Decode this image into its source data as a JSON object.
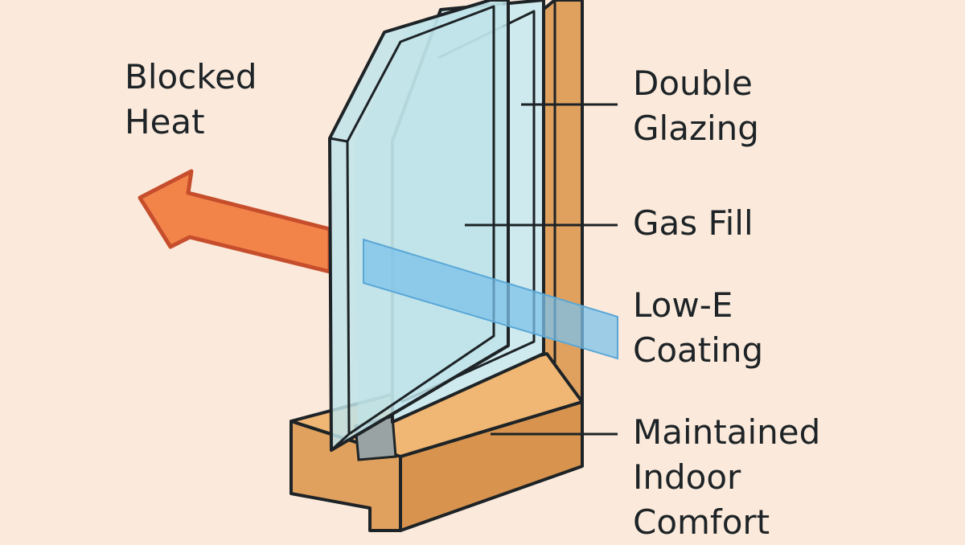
{
  "diagram": {
    "labels": {
      "blocked_heat": {
        "line1": "Blocked",
        "line2": "Heat"
      },
      "double_glazing": {
        "line1": "Double",
        "line2": "Glazing"
      },
      "gas_fill": {
        "line1": "Gas Fill"
      },
      "low_e_coating": {
        "line1": "Low-E",
        "line2": "Coating"
      },
      "maintained_comfort": {
        "line1": "Maintained",
        "line2": "Indoor",
        "line3": "Comfort"
      }
    },
    "colors": {
      "background": "#fbeadb",
      "frame_wood": "#e0a15f",
      "glass": "#bfe4ea",
      "coating_band": "#7cc2ea",
      "heat_arrow": "#f2844a",
      "outline": "#1d2326"
    }
  }
}
